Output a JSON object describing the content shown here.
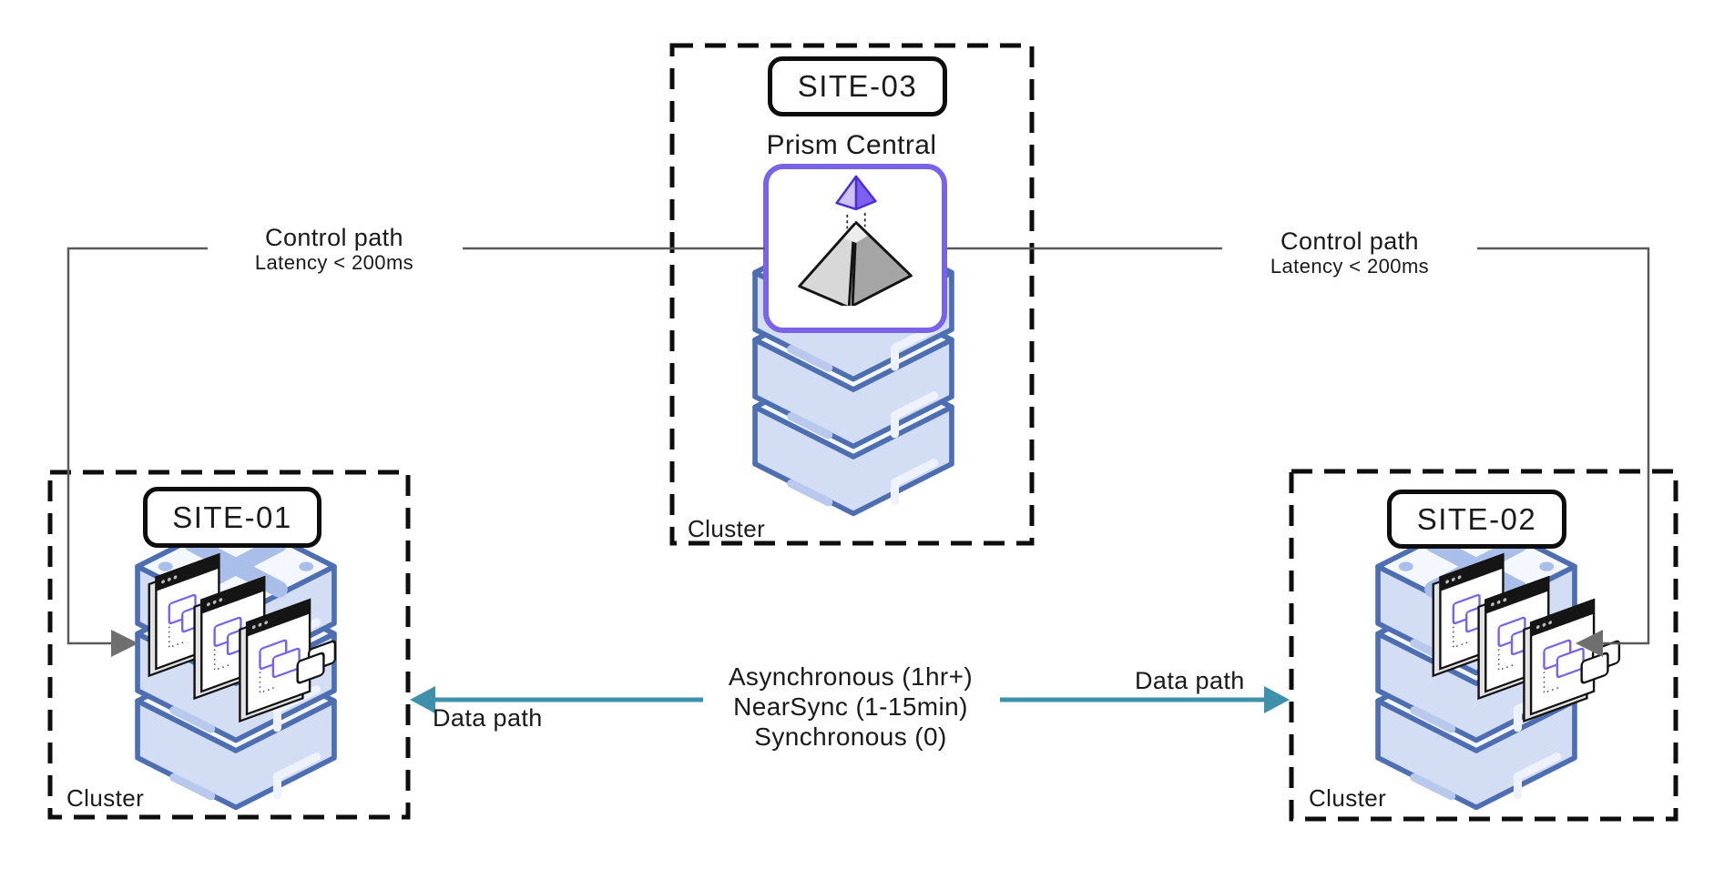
{
  "diagram": {
    "sites": {
      "site3": {
        "label": "SITE-03",
        "app_title": "Prism Central",
        "cluster_label": "Cluster"
      },
      "site1": {
        "label": "SITE-01",
        "cluster_label": "Cluster"
      },
      "site2": {
        "label": "SITE-02",
        "cluster_label": "Cluster"
      }
    },
    "control_paths": {
      "left": {
        "title": "Control path",
        "subtitle": "Latency < 200ms"
      },
      "right": {
        "title": "Control path",
        "subtitle": "Latency < 200ms"
      }
    },
    "data_paths": {
      "left_label": "Data path",
      "right_label": "Data path",
      "center_lines": [
        "Asynchronous (1hr+)",
        "NearSync (1-15min)",
        "Synchronous (0)"
      ]
    },
    "icons": {
      "prism_central": "pyramid-icon",
      "cluster": "cluster-stack-icon",
      "apps": "app-windows-icon"
    },
    "colors": {
      "accent_purple": "#7b63e7",
      "data_path_teal": "#3f90aa",
      "control_path_gray": "#5a5a5a",
      "dashed_border_black": "#0d0d0d",
      "cluster_stroke_blue": "#4d6fb2",
      "cluster_fill_blue": "#d3ddf4",
      "cluster_detail_blue": "#a9bfe9"
    }
  }
}
